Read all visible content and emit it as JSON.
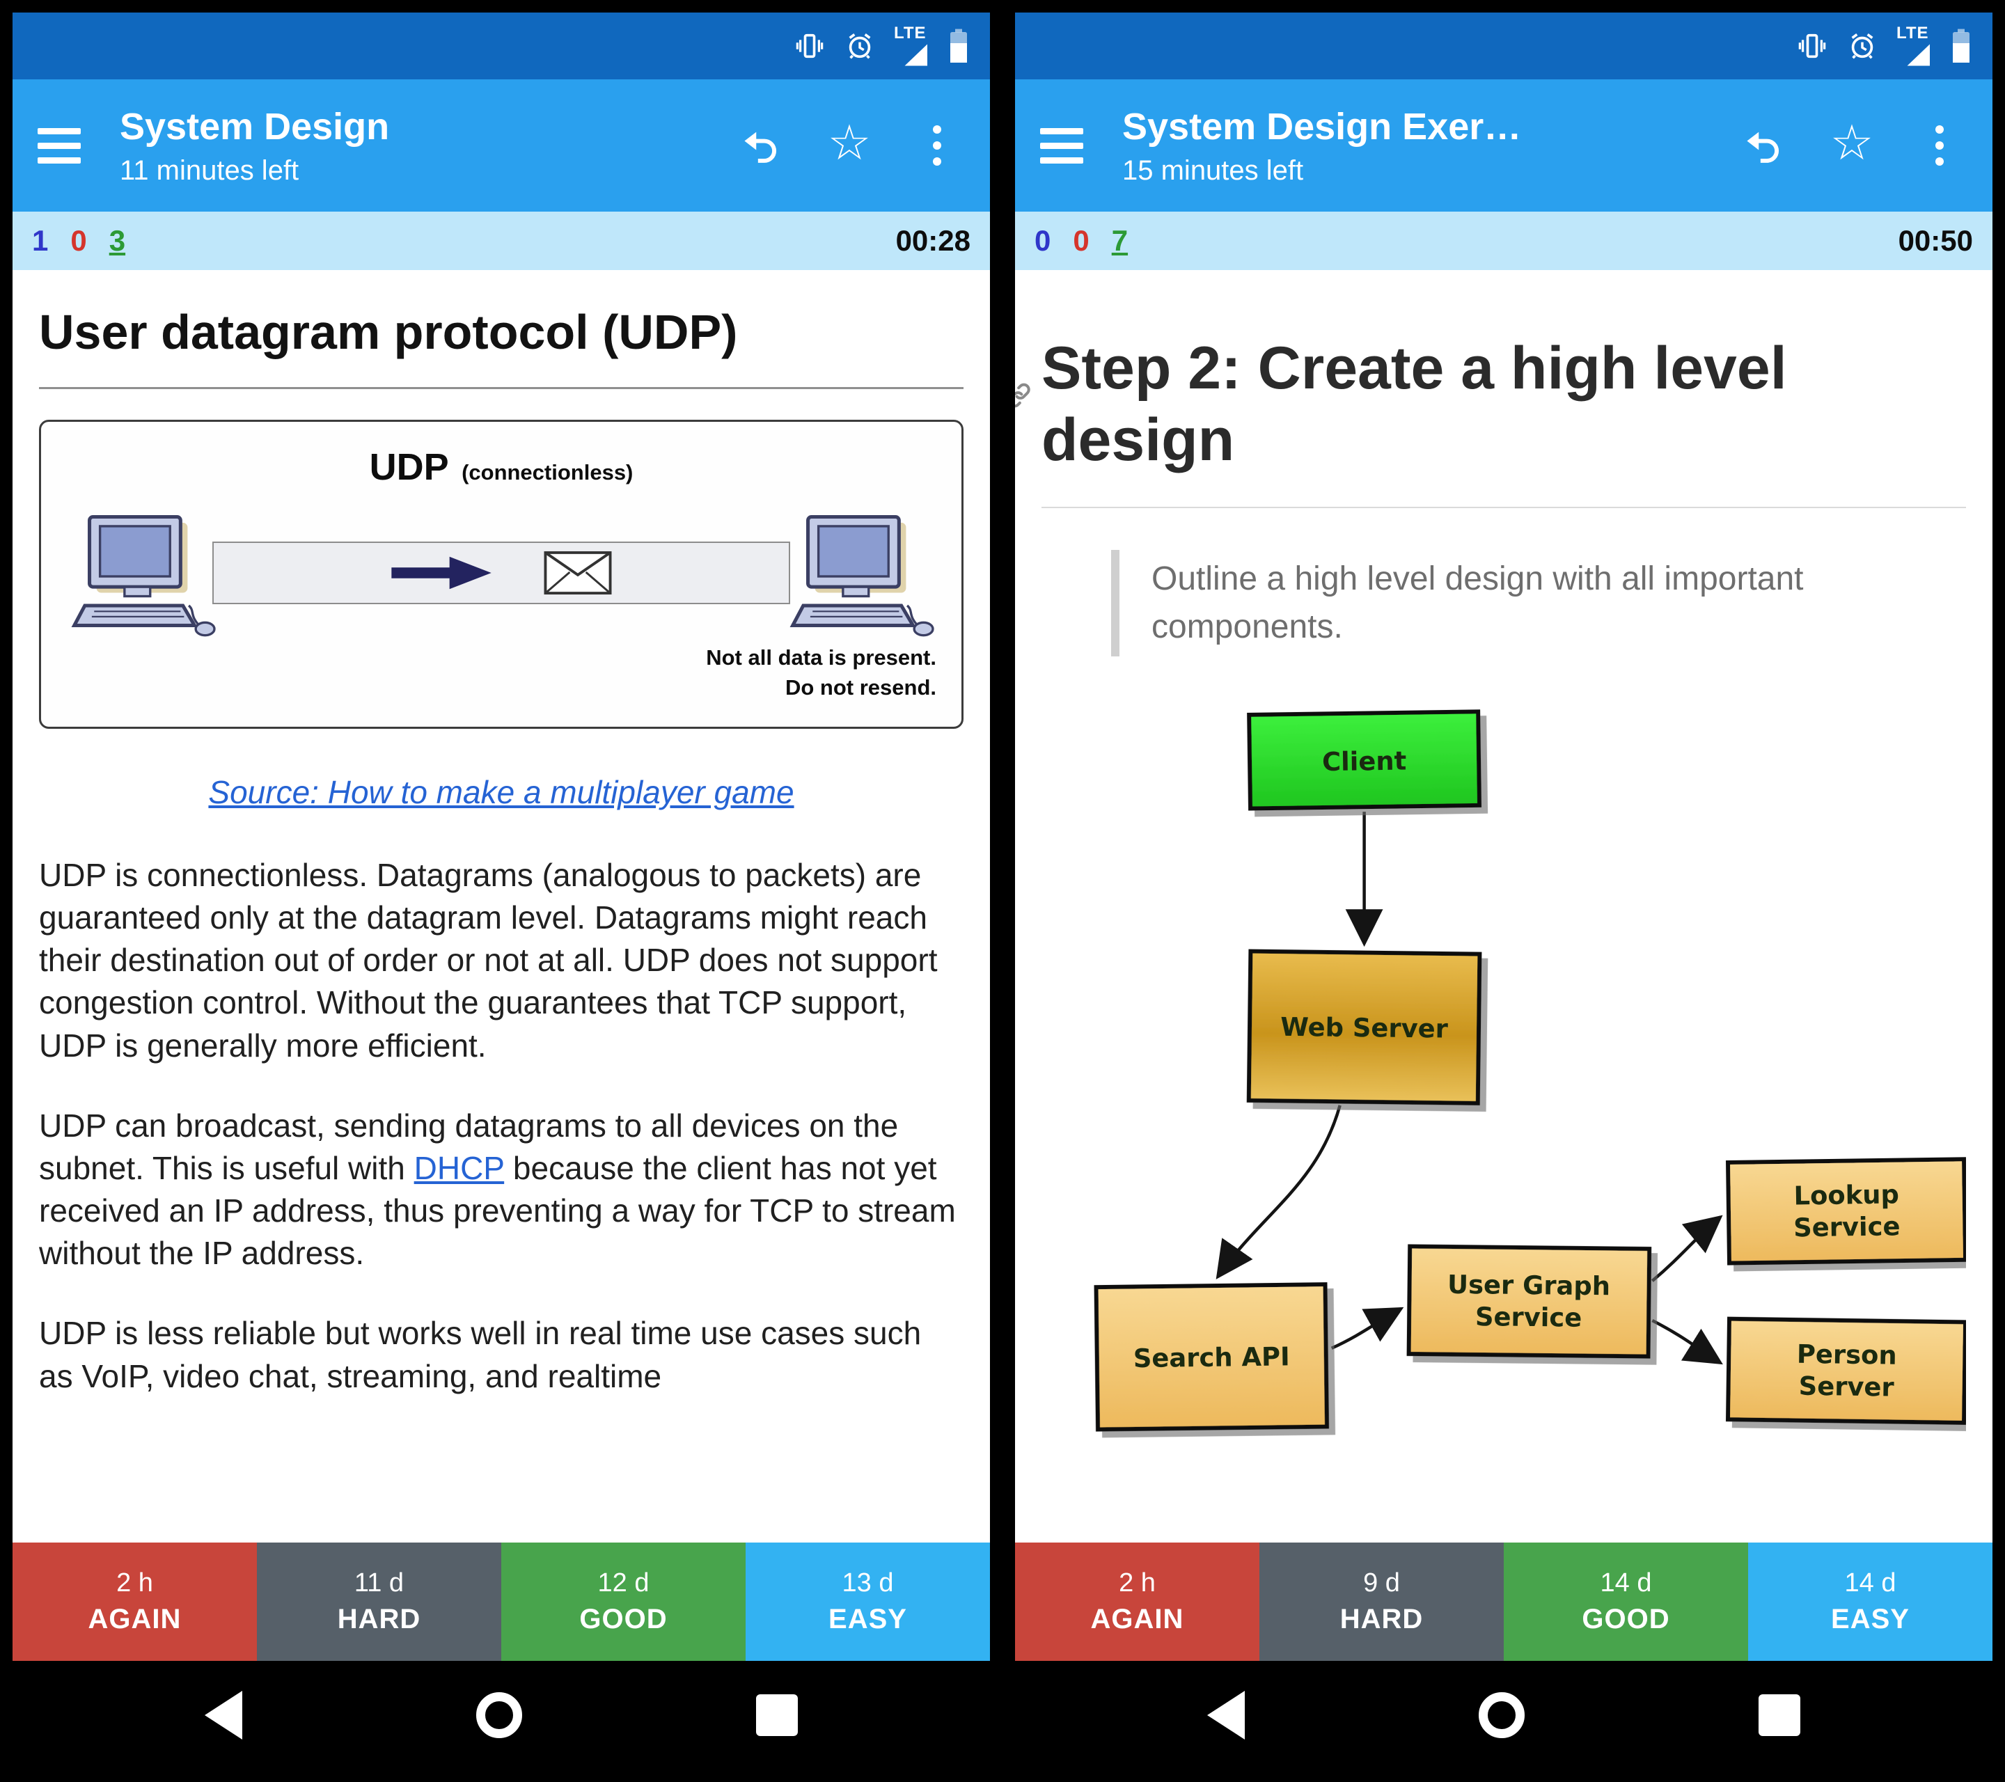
{
  "status": {
    "lte": "LTE"
  },
  "icons": {
    "star": "☆"
  },
  "colors": {
    "status_bar": "#1068be",
    "app_bar": "#2aa0ee",
    "counter_bar": "#bfe7fa",
    "again_button": "#c8453b",
    "hard_button": "#566069",
    "good_button": "#48a44c",
    "easy_button": "#33b2f2",
    "link": "#2563d4",
    "new_count": "#2f36c9",
    "learning_count": "#d5352c",
    "review_count": "#2c9a35",
    "client_node": "#2ad82a",
    "server_node": "#e8b24a"
  },
  "left": {
    "appbar": {
      "title": "System Design",
      "subtitle": "11 minutes left"
    },
    "counter": {
      "new": "1",
      "learning": "0",
      "review": "3",
      "timer": "00:28"
    },
    "card": {
      "title": "User datagram protocol (UDP)",
      "figure": {
        "title": "UDP",
        "subtitle": "(connectionless)",
        "note1": "Not all data is present.",
        "note2": "Do not resend."
      },
      "source_link": "Source: How to make a multiplayer game",
      "para1": "UDP is connectionless. Datagrams (analogous to packets) are guaranteed only at the datagram level. Datagrams might reach their destination out of order or not at all. UDP does not support congestion control. Without the guarantees that TCP support, UDP is generally more efficient.",
      "para2_pre": "UDP can broadcast, sending datagrams to all devices on the subnet. This is useful with ",
      "para2_link": "DHCP",
      "para2_post": " because the client has not yet received an IP address, thus preventing a way for TCP to stream without the IP address.",
      "para3": "UDP is less reliable but works well in real time use cases such as VoIP, video chat, streaming, and realtime"
    },
    "answers": [
      {
        "time": "2 h",
        "label": "AGAIN"
      },
      {
        "time": "11 d",
        "label": "HARD"
      },
      {
        "time": "12 d",
        "label": "GOOD"
      },
      {
        "time": "13 d",
        "label": "EASY"
      }
    ]
  },
  "right": {
    "appbar": {
      "title": "System Design Exer…",
      "subtitle": "15 minutes left"
    },
    "counter": {
      "new": "0",
      "learning": "0",
      "review": "7",
      "timer": "00:50"
    },
    "card": {
      "title": "Step 2: Create a high level design",
      "quote": "Outline a high level design with all important components.",
      "nodes": {
        "client": "Client",
        "web_server": "Web Server",
        "search_api": "Search API",
        "user_graph_1": "User Graph",
        "user_graph_2": "Service",
        "lookup_1": "Lookup",
        "lookup_2": "Service",
        "person_1": "Person",
        "person_2": "Server"
      }
    },
    "answers": [
      {
        "time": "2 h",
        "label": "AGAIN"
      },
      {
        "time": "9 d",
        "label": "HARD"
      },
      {
        "time": "14 d",
        "label": "GOOD"
      },
      {
        "time": "14 d",
        "label": "EASY"
      }
    ]
  }
}
